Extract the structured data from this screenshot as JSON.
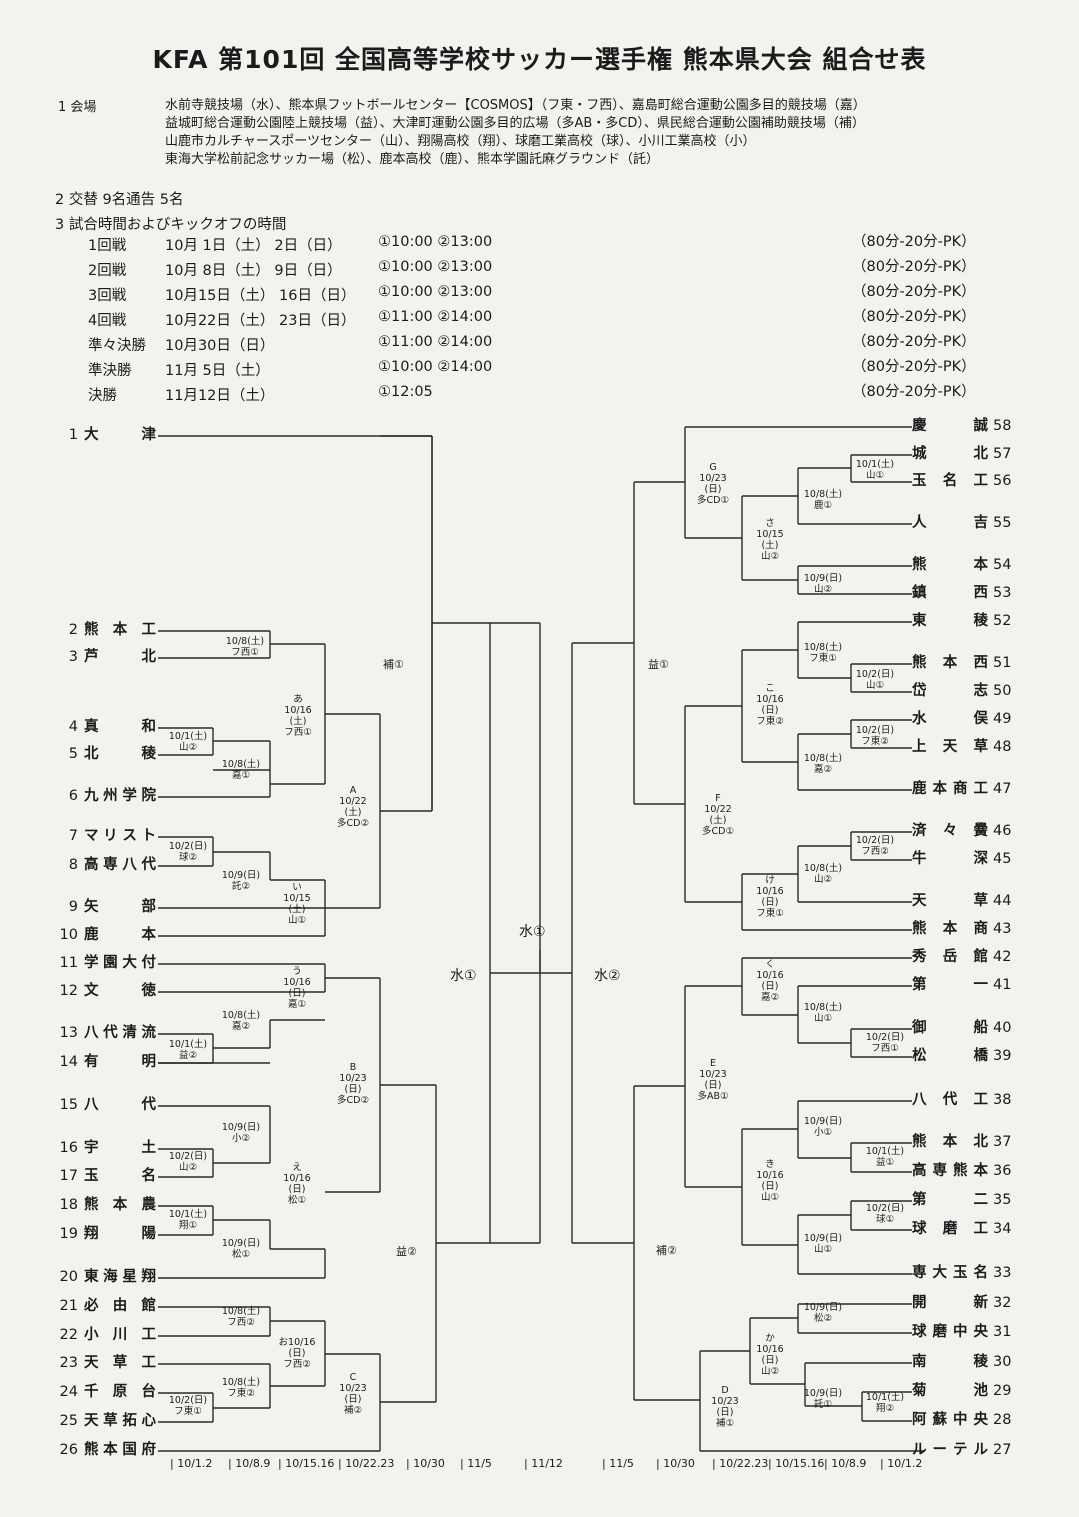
{
  "title": "KFA 第101回 全国高等学校サッカー選手権 熊本県大会 組合せ表",
  "sections": {
    "venue_label": "1 会場",
    "venue_lines": [
      "水前寺競技場（水）、熊本県フットボールセンター【COSMOS】（フ東・フ西）、嘉島町総合運動公園多目的競技場（嘉）",
      "益城町総合運動公園陸上競技場（益）、大津町運動公園多目的広場（多AB・多CD）、県民総合運動公園補助競技場（補）",
      "山鹿市カルチャースポーツセンター（山）、翔陽高校（翔）、球磨工業高校（球）、小川工業高校（小）",
      "東海大学松前記念サッカー場（松）、鹿本高校（鹿）、熊本学園託麻グラウンド（託）"
    ],
    "substitution": "2 交替 9名通告 5名",
    "time_label": "3 試合時間およびキックオフの時間"
  },
  "schedule": [
    {
      "round": "1回戦",
      "dates": "10月 1日（土） 2日（日）",
      "kickoff": "①10:00 ②13:00",
      "format": "（80分-20分-PK）"
    },
    {
      "round": "2回戦",
      "dates": "10月 8日（土） 9日（日）",
      "kickoff": "①10:00 ②13:00",
      "format": "（80分-20分-PK）"
    },
    {
      "round": "3回戦",
      "dates": "10月15日（土） 16日（日）",
      "kickoff": "①10:00 ②13:00",
      "format": "（80分-20分-PK）"
    },
    {
      "round": "4回戦",
      "dates": "10月22日（土） 23日（日）",
      "kickoff": "①11:00 ②14:00",
      "format": "（80分-20分-PK）"
    },
    {
      "round": "準々決勝",
      "dates": "10月30日（日）",
      "kickoff": "①11:00 ②14:00",
      "format": "（80分-20分-PK）"
    },
    {
      "round": "準決勝",
      "dates": "11月 5日（土）",
      "kickoff": "①10:00 ②14:00",
      "format": "（80分-20分-PK）"
    },
    {
      "round": "決勝",
      "dates": "11月12日（土）",
      "kickoff": "①12:05",
      "format": "（80分-20分-PK）"
    }
  ],
  "left_teams": [
    {
      "num": "1",
      "name": "大津"
    },
    {
      "num": "2",
      "name": "熊本工"
    },
    {
      "num": "3",
      "name": "芦北"
    },
    {
      "num": "4",
      "name": "真和"
    },
    {
      "num": "5",
      "name": "北稜"
    },
    {
      "num": "6",
      "name": "九州学院"
    },
    {
      "num": "7",
      "name": "マリスト"
    },
    {
      "num": "8",
      "name": "高専八代"
    },
    {
      "num": "9",
      "name": "矢部"
    },
    {
      "num": "10",
      "name": "鹿本"
    },
    {
      "num": "11",
      "name": "学園大付"
    },
    {
      "num": "12",
      "name": "文徳"
    },
    {
      "num": "13",
      "name": "八代清流"
    },
    {
      "num": "14",
      "name": "有明"
    },
    {
      "num": "15",
      "name": "八代"
    },
    {
      "num": "16",
      "name": "宇土"
    },
    {
      "num": "17",
      "name": "玉名"
    },
    {
      "num": "18",
      "name": "熊本農"
    },
    {
      "num": "19",
      "name": "翔陽"
    },
    {
      "num": "20",
      "name": "東海星翔"
    },
    {
      "num": "21",
      "name": "必由館"
    },
    {
      "num": "22",
      "name": "小川工"
    },
    {
      "num": "23",
      "name": "天草工"
    },
    {
      "num": "24",
      "name": "千原台"
    },
    {
      "num": "25",
      "name": "天草拓心"
    },
    {
      "num": "26",
      "name": "熊本国府"
    }
  ],
  "right_teams": [
    {
      "num": "58",
      "name": "慶誠"
    },
    {
      "num": "57",
      "name": "城北"
    },
    {
      "num": "56",
      "name": "玉名工"
    },
    {
      "num": "55",
      "name": "人吉"
    },
    {
      "num": "54",
      "name": "熊本"
    },
    {
      "num": "53",
      "name": "鎮西"
    },
    {
      "num": "52",
      "name": "東稜"
    },
    {
      "num": "51",
      "name": "熊本西"
    },
    {
      "num": "50",
      "name": "岱志"
    },
    {
      "num": "49",
      "name": "水俣"
    },
    {
      "num": "48",
      "name": "上天草"
    },
    {
      "num": "47",
      "name": "鹿本商工"
    },
    {
      "num": "46",
      "name": "済々黌"
    },
    {
      "num": "45",
      "name": "牛深"
    },
    {
      "num": "44",
      "name": "天草"
    },
    {
      "num": "43",
      "name": "熊本商"
    },
    {
      "num": "42",
      "name": "秀岳館"
    },
    {
      "num": "41",
      "name": "第一"
    },
    {
      "num": "40",
      "name": "御船"
    },
    {
      "num": "39",
      "name": "松橋"
    },
    {
      "num": "38",
      "name": "八代工"
    },
    {
      "num": "37",
      "name": "熊本北"
    },
    {
      "num": "36",
      "name": "高専熊本"
    },
    {
      "num": "35",
      "name": "第二"
    },
    {
      "num": "34",
      "name": "球磨工"
    },
    {
      "num": "33",
      "name": "専大玉名"
    },
    {
      "num": "32",
      "name": "開新"
    },
    {
      "num": "31",
      "name": "球磨中央"
    },
    {
      "num": "30",
      "name": "南稜"
    },
    {
      "num": "29",
      "name": "菊池"
    },
    {
      "num": "28",
      "name": "阿蘇中央"
    },
    {
      "num": "27",
      "name": "ルーテル"
    }
  ],
  "matches": [
    "10/8(土)|フ西①",
    "10/1(土)|山②",
    "10/8(土)|嘉①",
    "あ|10/16|(土)|フ西①",
    "10/2(日)|球②",
    "10/9(日)|託②",
    "い|10/15|(土)|山①",
    "A|10/22|(土)|多CD②",
    "う|10/16|(日)|嘉①",
    "10/8(土)|嘉②",
    "10/1(土)|益②",
    "10/9(日)|小②",
    "10/2(日)|山②",
    "10/1(土)|翔①",
    "10/9(日)|松①",
    "え|10/16|(日)|松①",
    "B|10/23|(日)|多CD②",
    "10/8(土)|フ西②",
    "10/8(土)|フ東②",
    "10/2(日)|フ東①",
    "お10/16|(日)|フ西②",
    "C|10/23|(日)|補②",
    "10/1(土)|山①",
    "10/8(土)|鹿①",
    "さ|10/15|(土)|山②",
    "10/9(日)|山②",
    "G|10/23|(日)|多CD①",
    "10/8(土)|フ東①",
    "10/2(日)|山①",
    "10/2(日)|フ東②",
    "10/8(土)|嘉②",
    "こ|10/16|(日)|フ東②",
    "10/2(日)|フ西②",
    "10/8(土)|山②",
    "け|10/16|(日)|フ東①",
    "F|10/22|(土)|多CD①",
    "く|10/16|(日)|嘉②",
    "10/8(土)|山①",
    "10/2(日)|フ西①",
    "10/9(日)|小①",
    "10/1(土)|益①",
    "10/2(日)|球①",
    "10/9(日)|山①",
    "き|10/16|(日)|山①",
    "E|10/23|(日)|多AB①",
    "10/9(日)|松②",
    "10/9(日)|託①",
    "10/1(土)|翔②",
    "か|10/16|(日)|山②",
    "D|10/23|(日)|補①"
  ],
  "round_labels": [
    "補①",
    "益②",
    "益①",
    "補②"
  ],
  "semis": [
    "水①",
    "水②"
  ],
  "final": "水①",
  "bottom_dates": [
    "10/1.2",
    "10/8.9",
    "10/15.16",
    "10/22.23",
    "10/30",
    "11/5",
    "11/12",
    "11/5",
    "10/30",
    "10/22.23",
    "10/15.16",
    "10/8.9",
    "10/1.2"
  ]
}
